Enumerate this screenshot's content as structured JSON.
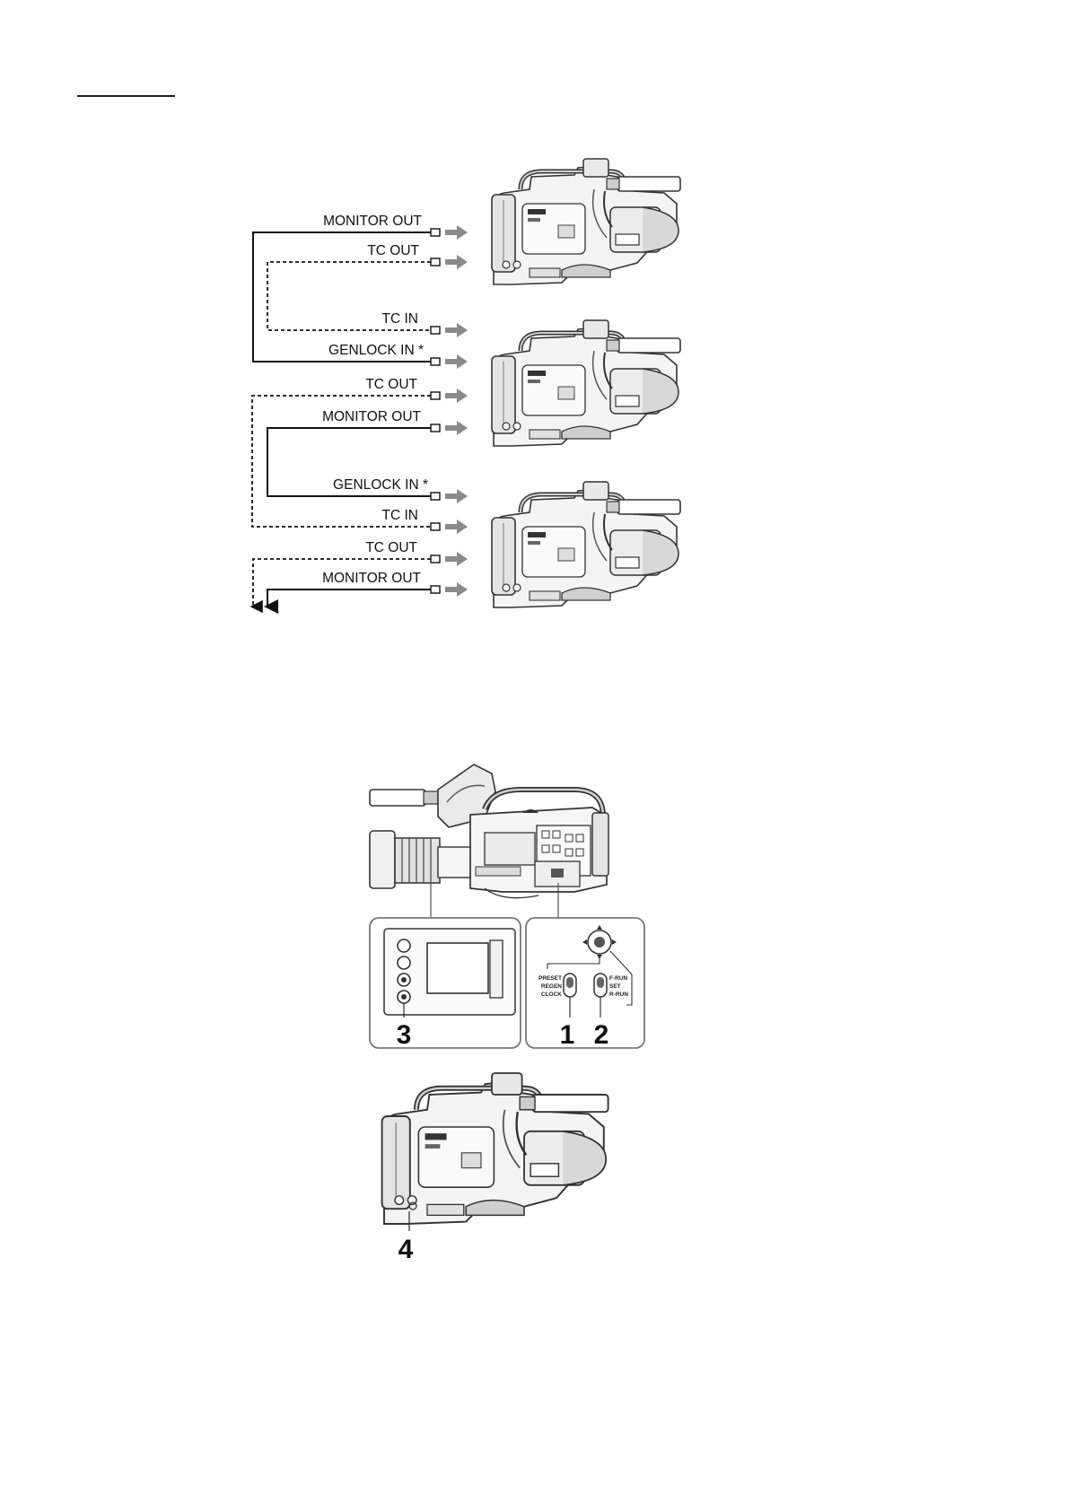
{
  "wiring_diagram": {
    "cameras": [
      {
        "ports": [
          {
            "label": "MONITOR OUT",
            "line": "solid"
          },
          {
            "label": "TC OUT",
            "line": "dashed"
          }
        ]
      },
      {
        "ports": [
          {
            "label": "TC IN",
            "line": "dashed"
          },
          {
            "label": "GENLOCK IN *",
            "line": "solid"
          },
          {
            "label": "TC OUT",
            "line": "dashed"
          },
          {
            "label": "MONITOR OUT",
            "line": "solid"
          }
        ]
      },
      {
        "ports": [
          {
            "label": "GENLOCK IN *",
            "line": "solid"
          },
          {
            "label": "TC IN",
            "line": "dashed"
          },
          {
            "label": "TC OUT",
            "line": "dashed"
          },
          {
            "label": "MONITOR OUT",
            "line": "solid"
          }
        ]
      }
    ]
  },
  "controls_figure": {
    "callouts": [
      "1",
      "2",
      "3",
      "4"
    ],
    "switch_left_positions": [
      "PRESET",
      "REGEN",
      "CLOCK"
    ],
    "switch_right_positions": [
      "F-RUN",
      "SET",
      "R-RUN"
    ]
  }
}
